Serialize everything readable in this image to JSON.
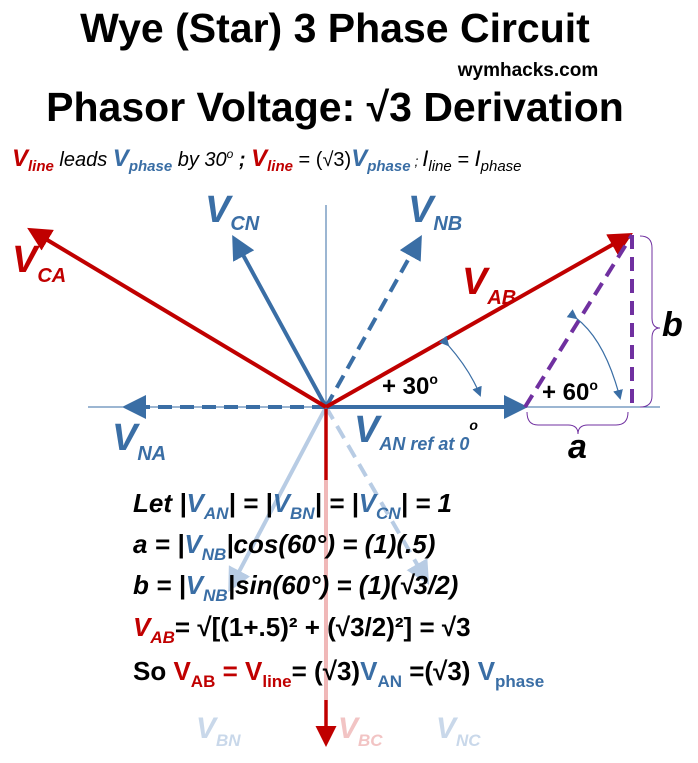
{
  "title": {
    "line1": "Wye (Star) 3 Phase Circuit",
    "line2": "Phasor Voltage:  √3 Derivation",
    "site": "wymhacks.com"
  },
  "subtitle": {
    "v1": "V",
    "line1": "line",
    "leads": " leads ",
    "v2": "V",
    "phase1": "phase",
    "by": " by 30",
    "deg": "o",
    "semi": " ; ",
    "v3": "V",
    "line2": "line",
    "eq": " = (√3)",
    "v4": "V",
    "phase2": "phase",
    "semi2": "   ; ",
    "i1": "I",
    "iline": "line",
    "eq2": " = ",
    "i2": "I",
    "iphase": "phase"
  },
  "labels": {
    "vcn": {
      "v": "V",
      "sub": "CN"
    },
    "vnb": {
      "v": "V",
      "sub": "NB"
    },
    "vca": {
      "v": "V",
      "sub": "CA"
    },
    "vab": {
      "v": "V",
      "sub": "AB"
    },
    "vna": {
      "v": "V",
      "sub": "NA"
    },
    "van": {
      "v": "V",
      "sub": "AN ref at 0",
      "sup": "o"
    },
    "vbn": {
      "v": "V",
      "sub": "BN"
    },
    "vbc": {
      "v": "V",
      "sub": "BC"
    },
    "vnc": {
      "v": "V",
      "sub": "NC"
    },
    "angle30": "+ 30",
    "angle60": "+ 60",
    "deg": "o",
    "a": "a",
    "b": "b"
  },
  "equations": {
    "l1": {
      "let": "Let |",
      "v1": "V",
      "s1": "AN",
      "m1": "| = |",
      "v2": "V",
      "s2": "BN",
      "m2": "| = |",
      "v3": "V",
      "s3": "CN",
      "end": "| = 1"
    },
    "l2": {
      "a": "a  = |",
      "v": "V",
      "s": "NB",
      "rest": "|cos(60°) = (1)(.5)"
    },
    "l3": {
      "b": "b = |",
      "v": "V",
      "s": "NB",
      "rest": "|sin(60°) = (1)(√3/2)"
    },
    "l4": {
      "v": "V",
      "s": "AB",
      "rest": "= √[(1+.5)² + (√3/2)²] = √3"
    },
    "l5": {
      "so": "So ",
      "v1": "V",
      "s1": "AB",
      "eq": " = V",
      "s2": "line",
      "eq2": "=  (√3)",
      "v2": "V",
      "s3": "AN",
      "eq3": " =(√3) ",
      "v3": "V",
      "s4": "phase"
    }
  },
  "colors": {
    "line": "#c00000",
    "phase": "#3a6ea5",
    "construction": "#7030a0"
  }
}
